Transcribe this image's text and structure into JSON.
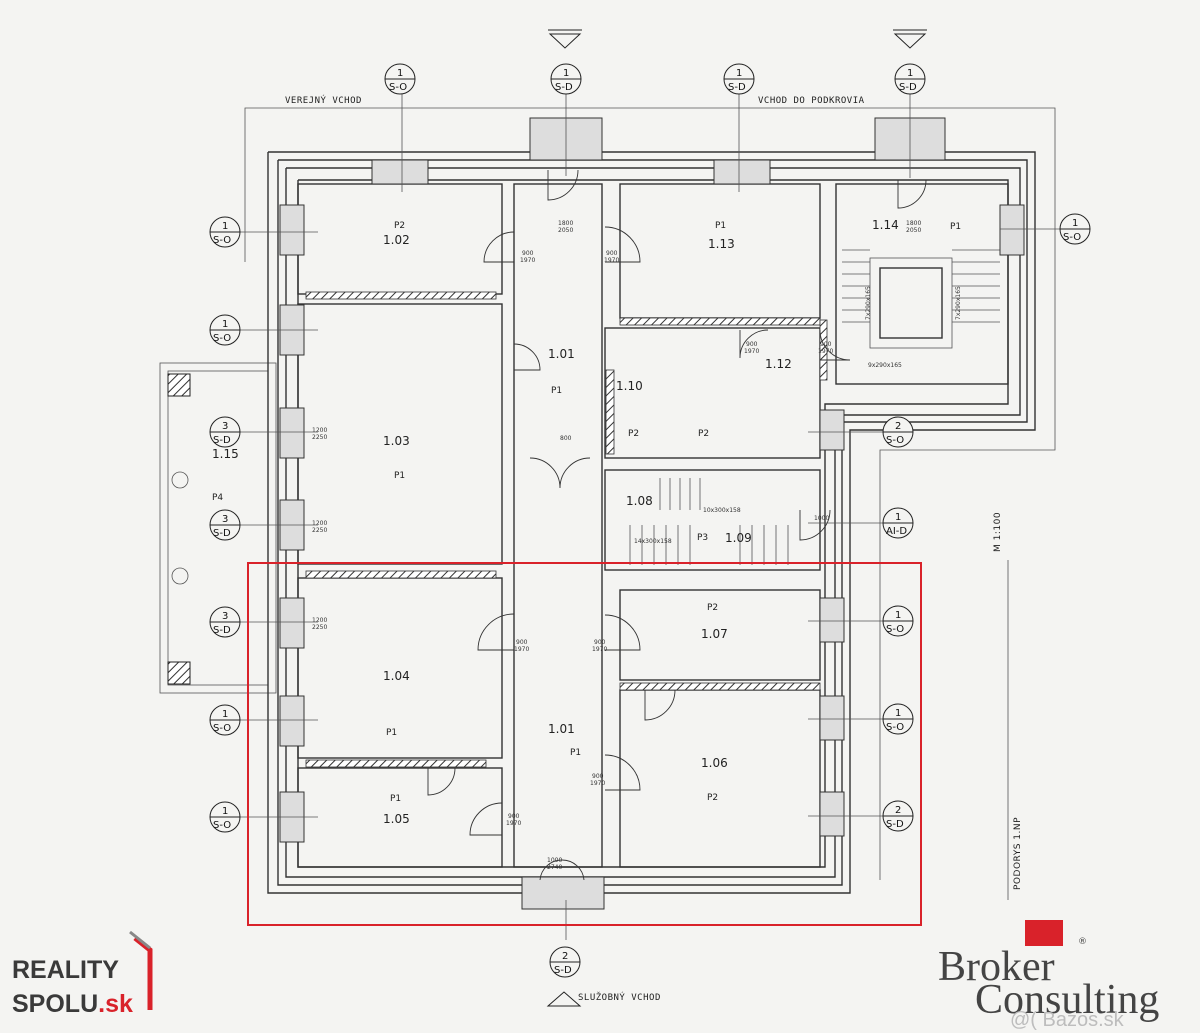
{
  "labels": {
    "entrance_public": "VEREJNÝ VCHOD",
    "entrance_attic": "VCHOD DO PODKROVIA",
    "entrance_service": "SLUŽOBNÝ VCHOD",
    "scale": "M 1:100",
    "floor_plan": "PODORYS 1.NP"
  },
  "rooms": [
    {
      "id": "1.01",
      "tag": "P1"
    },
    {
      "id": "1.02",
      "tag": "P2"
    },
    {
      "id": "1.03",
      "tag": "P1"
    },
    {
      "id": "1.04",
      "tag": "P1"
    },
    {
      "id": "1.05",
      "tag": "P1"
    },
    {
      "id": "1.06",
      "tag": "P2"
    },
    {
      "id": "1.07",
      "tag": "P2"
    },
    {
      "id": "1.08",
      "tag": ""
    },
    {
      "id": "1.09",
      "tag": "P3"
    },
    {
      "id": "1.10",
      "tag": "P2"
    },
    {
      "id": "1.12",
      "tag": ""
    },
    {
      "id": "1.13",
      "tag": "P1"
    },
    {
      "id": "1.14",
      "tag": "P1"
    },
    {
      "id": "1.15",
      "tag": "P4"
    }
  ],
  "section_markers": [
    {
      "num": "1",
      "code": "S-O"
    },
    {
      "num": "1",
      "code": "S-D"
    },
    {
      "num": "1",
      "code": "S-D"
    },
    {
      "num": "1",
      "code": "S-D"
    },
    {
      "num": "1",
      "code": "S-O"
    },
    {
      "num": "3",
      "code": "S-D"
    },
    {
      "num": "3",
      "code": "S-D"
    },
    {
      "num": "3",
      "code": "S-D"
    },
    {
      "num": "1",
      "code": "S-O"
    },
    {
      "num": "1",
      "code": "S-O"
    },
    {
      "num": "1",
      "code": "S-O"
    },
    {
      "num": "2",
      "code": "S-O"
    },
    {
      "num": "1",
      "code": "AI-D"
    },
    {
      "num": "1",
      "code": "S-O"
    },
    {
      "num": "1",
      "code": "S-O"
    },
    {
      "num": "1",
      "code": "S-O"
    },
    {
      "num": "2",
      "code": "S-D"
    }
  ],
  "door_dims": {
    "d900": "900",
    "d1970": "1970",
    "d1800": "1800",
    "d2050": "2050",
    "d1200": "1200",
    "d2250": "2250",
    "d1000": "1000",
    "d2740": "2740",
    "d800": "800"
  },
  "stairs": {
    "s1": "7x290x165",
    "s2": "9x290x165",
    "s3": "10x300x158",
    "s4": "14x300x158"
  },
  "logos": {
    "reality_line1": "REALITY",
    "reality_line2": "SPOLU",
    "reality_tld": ".sk",
    "broker_line1": "Broker",
    "broker_line2": "Consulting",
    "watermark": "@( Bazos.sk"
  },
  "colors": {
    "highlight": "#d9222a",
    "logo_red": "#d9222a",
    "ink": "#222222"
  }
}
